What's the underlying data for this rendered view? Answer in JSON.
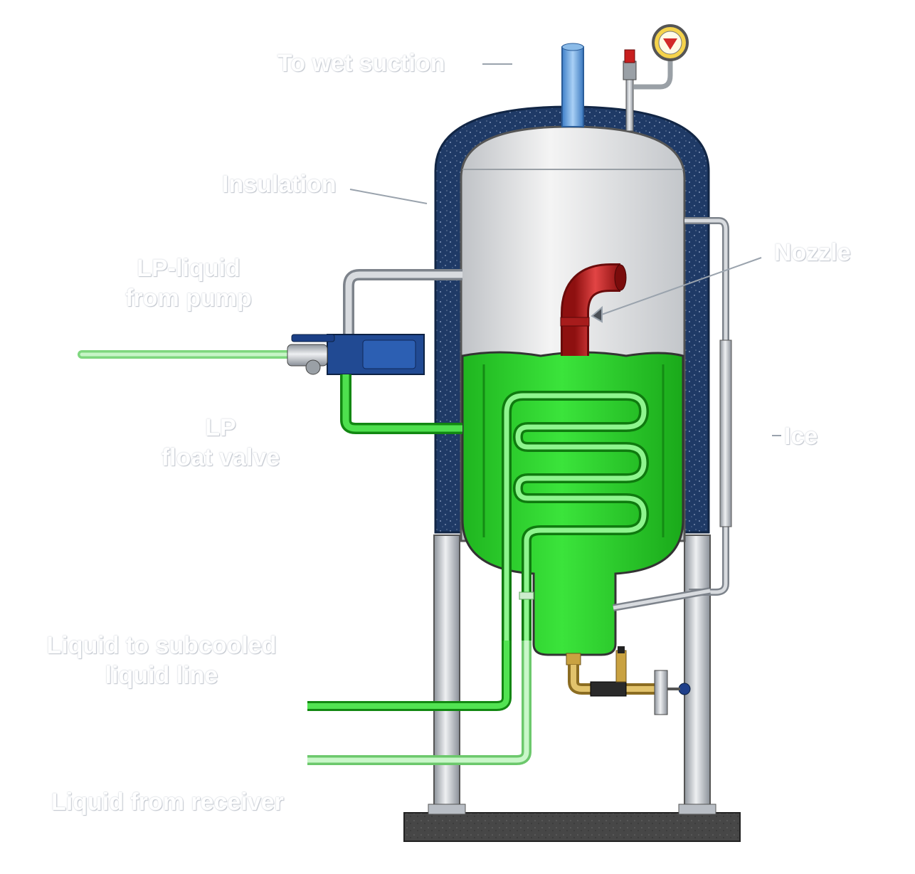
{
  "labels": {
    "wet_suction": "To wet suction",
    "insulation": "Insulation",
    "lp_liquid": [
      "LP-liquid",
      "from pump"
    ],
    "lp_float": [
      "LP",
      "float valve"
    ],
    "nozzle": "Nozzle",
    "ice": "Ice",
    "subcooled": [
      "Liquid to subcooled",
      "liquid line"
    ],
    "receiver": "Liquid from receiver"
  },
  "colors": {
    "insulation": "#1f3a66",
    "vessel_gas": "#e6e6e6",
    "liquid": "#2fd82f",
    "coil": "#7ff07f",
    "nozzle": "#c81f1f",
    "suction_pipe": "#6ea8e6",
    "steel": "#b9bec5",
    "base": "#4a4a4a",
    "brass": "#c9a241"
  },
  "icons": [
    "pressure-gauge-icon",
    "safety-valve-icon",
    "ball-valve-icon",
    "drain-valve-icon"
  ]
}
